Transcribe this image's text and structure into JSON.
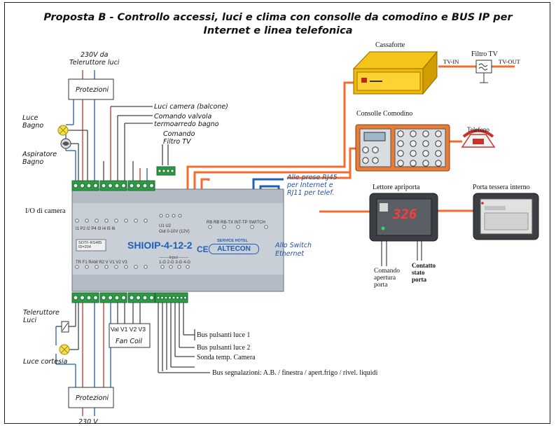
{
  "title_line1": "Proposta B - Controllo accessi, luci e clima con consolle da comodino e BUS IP per",
  "title_line2": "Internet e linea telefonica",
  "labels": {
    "power_top_1": "230V da",
    "power_top_2": "Teleruttore luci",
    "protezioni_top": "Protezioni",
    "luce_bagno_1": "Luce",
    "luce_bagno_2": "Bagno",
    "aspiratore_1": "Aspiratore",
    "aspiratore_2": "Bagno",
    "luci_camera": "Luci camera (balcone)",
    "comando_valvola_1": "Comando valvola",
    "comando_valvola_2": "termoarredo bagno",
    "comando_filtro_1": "Comando",
    "comando_filtro_2": "Filtro TV",
    "io_camera": "I/O di camera",
    "prese_rj45_1": "Alle prese RJ45",
    "prese_rj45_2": "per Internet e",
    "prese_rj45_3": "RJ11 per telef.",
    "switch_1": "Allo Switch",
    "switch_2": "Ethernet",
    "teleruttore_1": "Teleruttore",
    "teleruttore_2": "Luci",
    "luce_cortesia": "Luce cortesia",
    "protezioni_bottom": "Protezioni",
    "power_bottom": "230 V",
    "fan_coil": "Fan Coil",
    "fan_coil_pins": "Val V1 V2 V3",
    "bus_luce_1": "Bus pulsanti luce 1",
    "bus_luce_2": "Bus pulsanti luce 2",
    "sonda": "Sonda temp. Camera",
    "bus_segnalazioni": "Bus segnalazioni: A.B. / finestra / apert.frigo / rivel. liquidi"
  },
  "devices": {
    "cassaforte": "Cassaforte",
    "filtro_tv": "Filtro TV",
    "tv_in": "TV-IN",
    "tv_out": "TV-OUT",
    "consolle": "Consolle Comodino",
    "telefono": "Telefono",
    "lettore": "Lettore apriporta",
    "lettore_display": "326",
    "porta_tessera": "Porta tessera interno",
    "comando_apertura_1": "Comando",
    "comando_apertura_2": "apertura",
    "comando_apertura_3": "porta",
    "contatto_1": "Contatto",
    "contatto_2": "stato",
    "contatto_3": "porta"
  },
  "module": {
    "model": "SHIOIP-4-12-2",
    "brand": "ALTECON",
    "service": "SERVICE HOTEL",
    "ce": "CE",
    "top_pins": "I1  P2  I2  P4  I3  I4  I5  I6",
    "out_label": "Out 0-10V (12V)",
    "out_pins": "U1  U2",
    "top_right_pins": "RB   RB   RB-TX   INT-TP   SWITCH",
    "bottom_pins": "TR  F1  RAM  R2   V   V1   V2   V3",
    "input_label": "--------Input--------",
    "input_pins": "1-G  2-G  3-G  4-G",
    "sticker_1": "SOTF-RS485",
    "sticker_2": "ID=204"
  },
  "colors": {
    "orange": "#f26d2d",
    "blue": "#1f5fb5",
    "red": "#c8342c",
    "terminal_green": "#2e9a48",
    "module_gray": "#c9cfd6",
    "lcd_red": "#ff3b3b"
  }
}
